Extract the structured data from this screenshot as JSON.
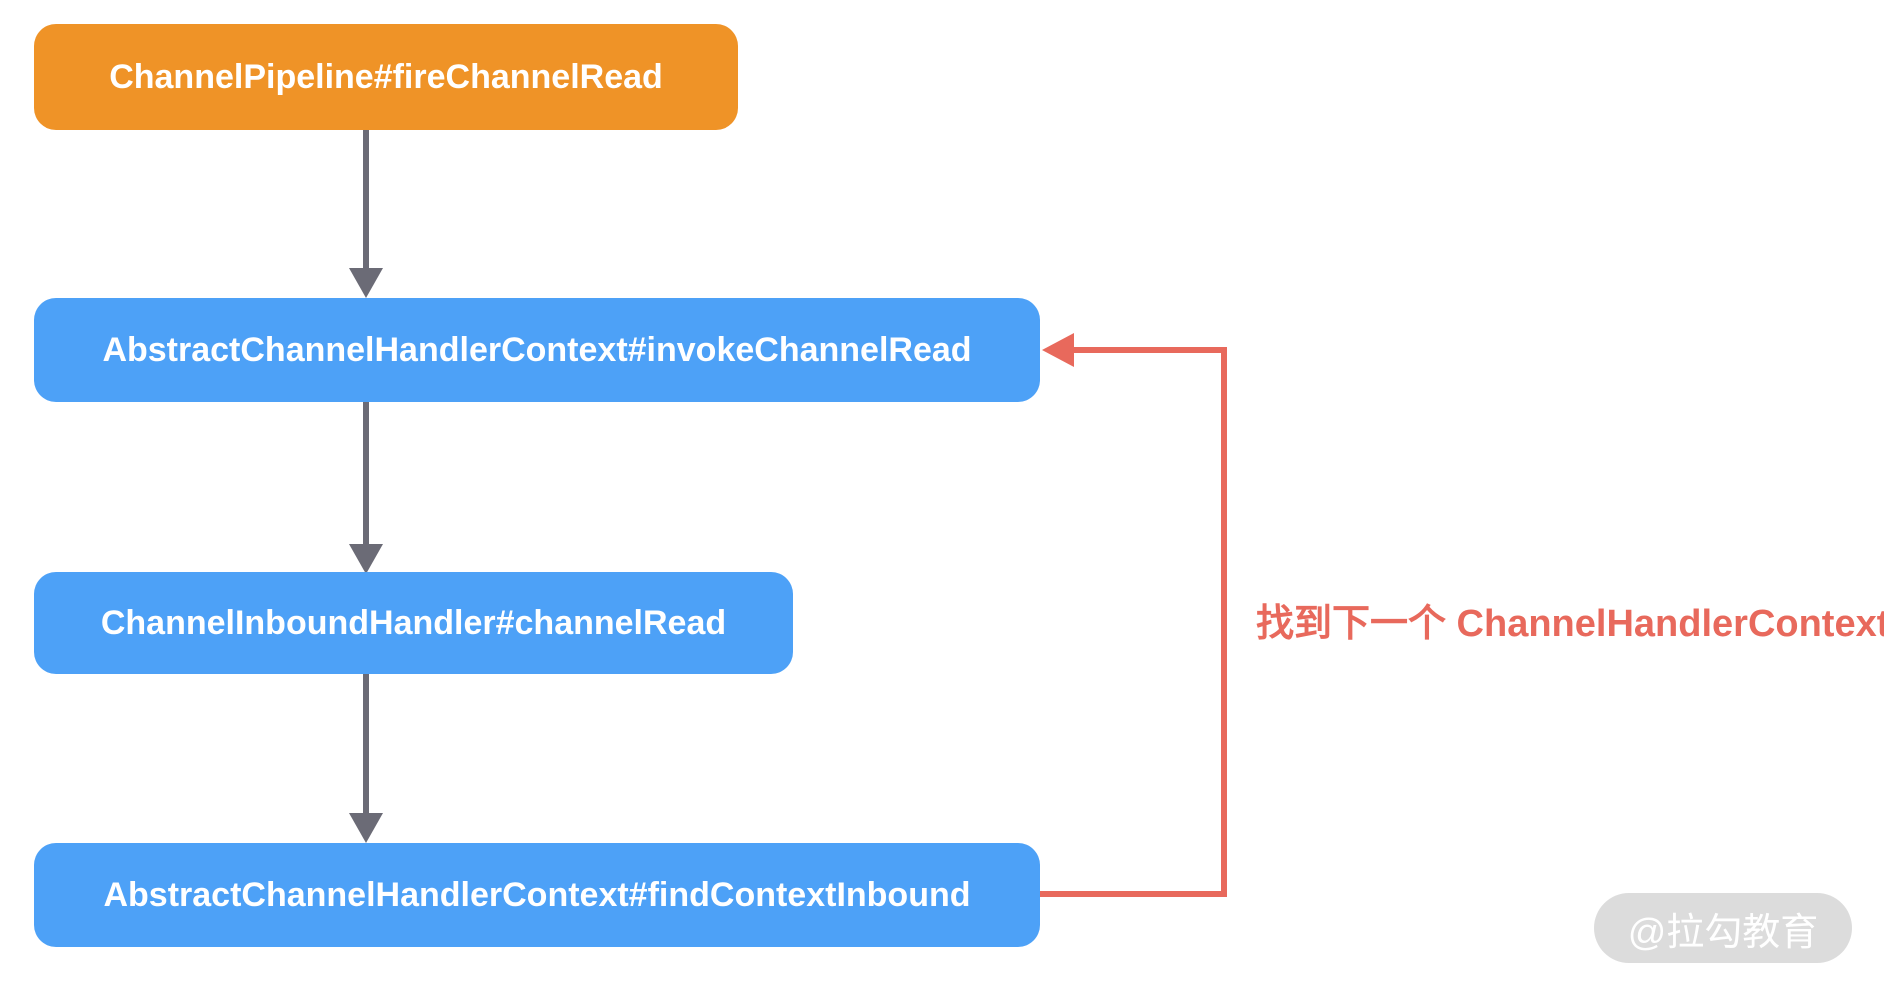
{
  "diagram": {
    "background_color": "#FFFFFF",
    "nodes": [
      {
        "label": "ChannelPipeline#fireChannelRead",
        "color": "#EF9327",
        "text_color": "#FFFFFF"
      },
      {
        "label": "AbstractChannelHandlerContext#invokeChannelRead",
        "color": "#4DA1F7",
        "text_color": "#FFFFFF"
      },
      {
        "label": "ChannelInboundHandler#channelRead",
        "color": "#4DA1F7",
        "text_color": "#FFFFFF"
      },
      {
        "label": "AbstractChannelHandlerContext#findContextInbound",
        "color": "#4DA1F7",
        "text_color": "#FFFFFF"
      }
    ],
    "flow_arrows": {
      "color": "#6B6B76",
      "connections": [
        {
          "from": "ChannelPipeline#fireChannelRead",
          "to": "AbstractChannelHandlerContext#invokeChannelRead"
        },
        {
          "from": "AbstractChannelHandlerContext#invokeChannelRead",
          "to": "ChannelInboundHandler#channelRead"
        },
        {
          "from": "ChannelInboundHandler#channelRead",
          "to": "AbstractChannelHandlerContext#findContextInbound"
        }
      ]
    },
    "loop_arrow": {
      "label": "找到下一个 ChannelHandlerContext",
      "color": "#E8695C",
      "from": "AbstractChannelHandlerContext#findContextInbound",
      "to": "AbstractChannelHandlerContext#invokeChannelRead"
    }
  },
  "watermark": {
    "text": "@拉勾教育",
    "pill_color": "#DCDCDC",
    "text_color": "#FFFFFF"
  }
}
